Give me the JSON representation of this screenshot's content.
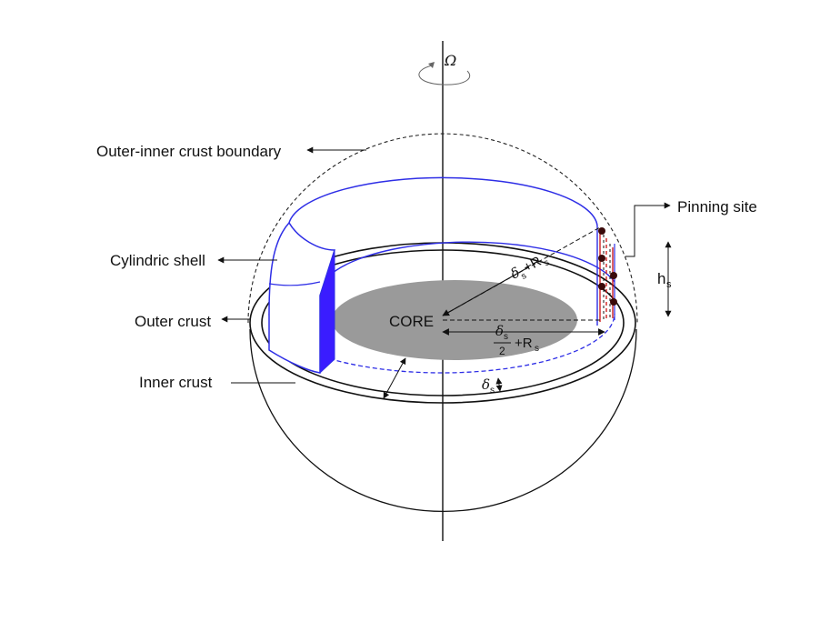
{
  "labels": {
    "omega": "Ω",
    "outer_inner_boundary": "Outer-inner crust boundary",
    "pinning_site": "Pinning site",
    "cylindric_shell": "Cylindric shell",
    "outer_crust": "Outer crust",
    "inner_crust": "Inner crust",
    "core": "CORE",
    "h_symbol": "h",
    "h_subscript": "s"
  },
  "annotations": {
    "delta": "δ",
    "delta_sub": "s",
    "plus_r": "+R",
    "r_sub": "s",
    "frac_den": "2"
  },
  "colors": {
    "shell_blue": "#2e2ee6",
    "shell_fill": "#3a1cff",
    "core_gray": "#9a9a9a",
    "pinning_red": "#cc1111",
    "pinning_dot": "#3a0a0a",
    "line": "#111111"
  }
}
